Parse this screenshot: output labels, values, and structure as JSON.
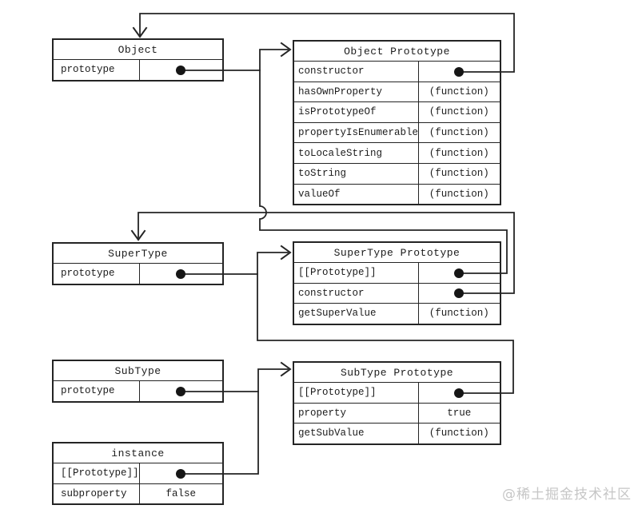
{
  "watermark": "@稀土掘金技术社区",
  "colors": {
    "line": "#242424",
    "background": "#ffffff",
    "watermark": "#c6c6c6"
  },
  "boxes": {
    "object": {
      "title": "Object",
      "rows": [
        {
          "label": "prototype",
          "value": "",
          "pointer": true
        }
      ]
    },
    "objectPrototype": {
      "title": "Object Prototype",
      "rows": [
        {
          "label": "constructor",
          "value": "",
          "pointer": true
        },
        {
          "label": "hasOwnProperty",
          "value": "(function)"
        },
        {
          "label": "isPrototypeOf",
          "value": "(function)"
        },
        {
          "label": "propertyIsEnumerable",
          "value": "(function)"
        },
        {
          "label": "toLocaleString",
          "value": "(function)"
        },
        {
          "label": "toString",
          "value": "(function)"
        },
        {
          "label": "valueOf",
          "value": "(function)"
        }
      ]
    },
    "superType": {
      "title": "SuperType",
      "rows": [
        {
          "label": "prototype",
          "value": "",
          "pointer": true
        }
      ]
    },
    "superTypePrototype": {
      "title": "SuperType Prototype",
      "rows": [
        {
          "label": "[[Prototype]]",
          "value": "",
          "pointer": true
        },
        {
          "label": "constructor",
          "value": "",
          "pointer": true
        },
        {
          "label": "getSuperValue",
          "value": "(function)"
        }
      ]
    },
    "subType": {
      "title": "SubType",
      "rows": [
        {
          "label": "prototype",
          "value": "",
          "pointer": true
        }
      ]
    },
    "subTypePrototype": {
      "title": "SubType Prototype",
      "rows": [
        {
          "label": "[[Prototype]]",
          "value": "",
          "pointer": true
        },
        {
          "label": "property",
          "value": "true"
        },
        {
          "label": "getSubValue",
          "value": "(function)"
        }
      ]
    },
    "instance": {
      "title": "instance",
      "rows": [
        {
          "label": "[[Prototype]]",
          "value": "",
          "pointer": true
        },
        {
          "label": "subproperty",
          "value": "false"
        }
      ]
    }
  },
  "edges": [
    {
      "from": "Object Prototype.constructor",
      "to": "Object"
    },
    {
      "from": "Object.prototype",
      "to": "Object Prototype"
    },
    {
      "from": "SuperType Prototype.[[Prototype]]",
      "to": "Object Prototype"
    },
    {
      "from": "SuperType Prototype.constructor",
      "to": "SuperType"
    },
    {
      "from": "SuperType.prototype",
      "to": "SuperType Prototype"
    },
    {
      "from": "SubType Prototype.[[Prototype]]",
      "to": "SuperType Prototype"
    },
    {
      "from": "SubType.prototype",
      "to": "SubType Prototype"
    },
    {
      "from": "instance.[[Prototype]]",
      "to": "SubType Prototype"
    }
  ]
}
